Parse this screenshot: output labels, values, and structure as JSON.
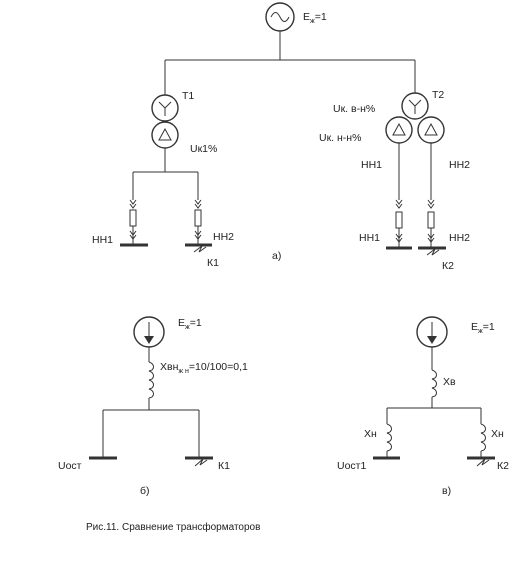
{
  "source": {
    "label_e": "E",
    "label_e_sub": "ж",
    "label_e_val": "=1"
  },
  "part_a": {
    "t1": "T1",
    "uk1": "Uк1%",
    "t2": "T2",
    "uk_vn": "Uк. в-н%",
    "uk_nn": "Uк. н-н%",
    "hh1": "НН1",
    "hh2": "НН2",
    "k1": "К1",
    "k2": "К2",
    "tag": "а)"
  },
  "part_b": {
    "e": "E",
    "e_sub": "ж",
    "e_val": "=1",
    "x_main": "Хвн",
    "x_sub": "ж н",
    "x_formula": "=10/100=0,1",
    "u_ost": "Uост",
    "k1": "К1",
    "tag": "б)"
  },
  "part_c": {
    "e": "E",
    "e_sub": "ж",
    "e_val": "=1",
    "x_b": "Хв",
    "x_h_left": "Хн",
    "x_h_right": "Хн",
    "u_ost1": "Uост1",
    "k2": "К2",
    "tag": "в)"
  },
  "caption": "Рис.11. Сравнение трансформаторов",
  "colors": {
    "line": "#333333",
    "text": "#222222",
    "background": "#ffffff"
  }
}
